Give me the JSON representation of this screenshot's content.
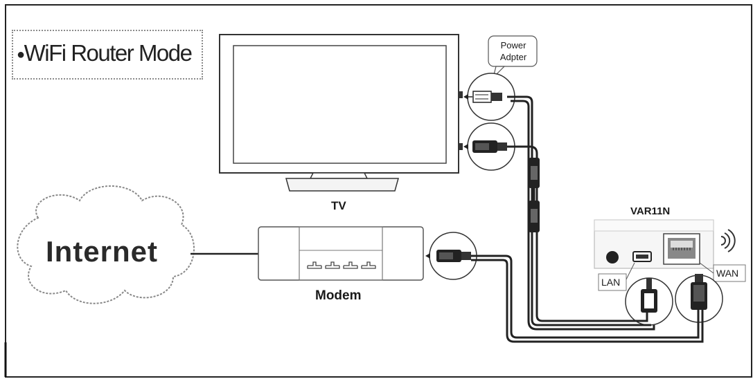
{
  "mode": {
    "bullet": "●",
    "title": "WiFi Router Mode"
  },
  "labels": {
    "tv": "TV",
    "internet": "Internet",
    "modem": "Modem",
    "router": "VAR11N",
    "power_line1": "Power",
    "power_line2": "Adpter",
    "lan": "LAN",
    "wan": "WAN"
  },
  "icons": [
    "tv-icon",
    "cloud-icon",
    "modem-icon",
    "router-icon",
    "usb-plug-icon",
    "ethernet-plug-icon",
    "wifi-signal-icon",
    "power-port-icon"
  ]
}
